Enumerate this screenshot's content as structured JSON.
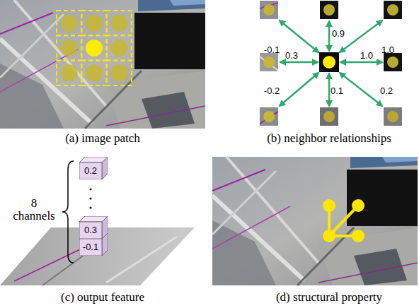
{
  "diagram": {
    "nodes": [
      {
        "text": [
          "0.2"
        ]
      },
      {
        "text": [
          "0.3"
        ]
      },
      {
        "text": [
          "-0.1"
        ]
      }
    ],
    "labels": [
      "(a) image patch",
      "-0.1",
      "0.9",
      "1.0",
      "0.3",
      "1.0",
      "-0.2",
      "0.1",
      "0.2",
      "(b) neighbor relationships",
      "8 channels",
      "(c) output feature",
      "(d) structural property"
    ]
  }
}
